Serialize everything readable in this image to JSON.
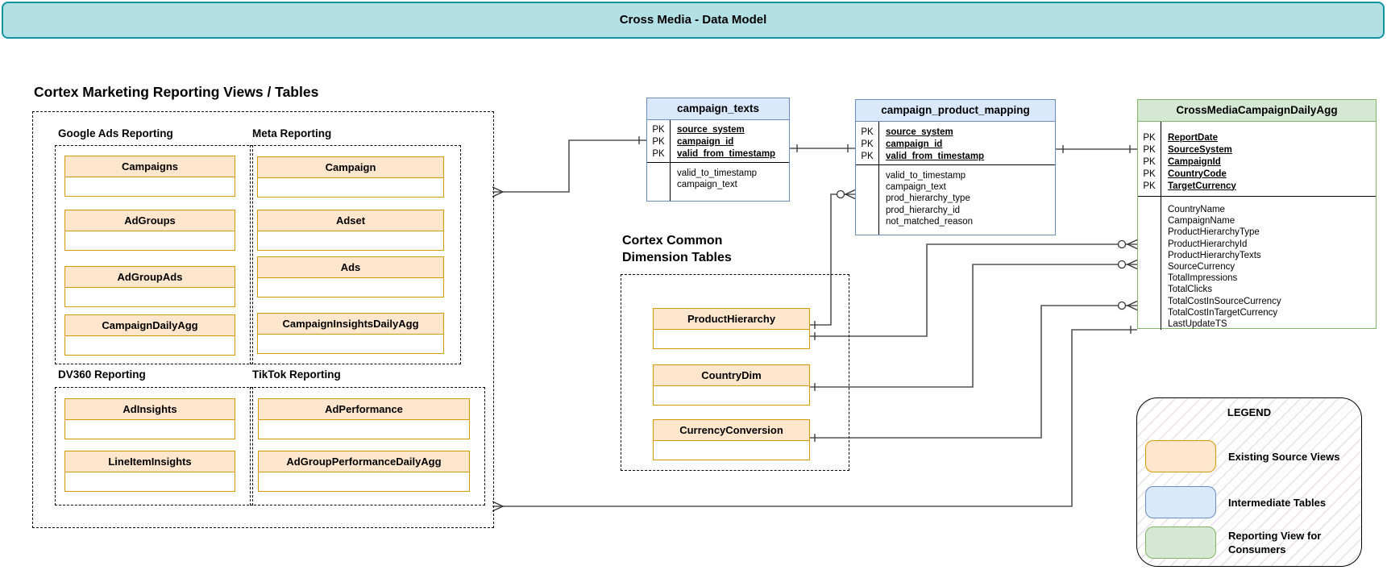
{
  "title": "Cross Media - Data Model",
  "pk_label": "PK",
  "left_section": {
    "heading": "Cortex Marketing Reporting Views / Tables",
    "groups": [
      {
        "label": "Google Ads Reporting",
        "entities": [
          "Campaigns",
          "AdGroups",
          "AdGroupAds",
          "CampaignDailyAgg"
        ]
      },
      {
        "label": "Meta Reporting",
        "entities": [
          "Campaign",
          "Adset",
          "Ads",
          "CampaignInsightsDailyAgg"
        ]
      },
      {
        "label": "DV360 Reporting",
        "entities": [
          "AdInsights",
          "LineItemInsights"
        ]
      },
      {
        "label": "TikTok Reporting",
        "entities": [
          "AdPerformance",
          "AdGroupPerformanceDailyAgg"
        ]
      }
    ]
  },
  "dimension_section": {
    "heading_line1": "Cortex Common",
    "heading_line2": "Dimension Tables",
    "entities": [
      "ProductHierarchy",
      "CountryDim",
      "CurrencyConversion"
    ]
  },
  "tables": {
    "campaign_texts": {
      "name": "campaign_texts",
      "pk_fields": [
        "source_system",
        "campaign_id",
        "valid_from_timestamp"
      ],
      "fields": [
        "valid_to_timestamp",
        "campaign_text"
      ]
    },
    "campaign_product_mapping": {
      "name": "campaign_product_mapping",
      "pk_fields": [
        "source_system",
        "campaign_id",
        "valid_from_timestamp"
      ],
      "fields": [
        "valid_to_timestamp",
        "campaign_text",
        "prod_hierarchy_type",
        "prod_hierarchy_id",
        "not_matched_reason"
      ]
    },
    "cross_media": {
      "name": "CrossMediaCampaignDailyAgg",
      "pk_fields": [
        "ReportDate",
        "SourceSystem",
        "CampaignId",
        "CountryCode",
        "TargetCurrency"
      ],
      "fields": [
        "CountryName",
        "CampaignName",
        "ProductHierarchyType",
        "ProductHierarchyId",
        "ProductHierarchyTexts",
        "SourceCurrency",
        "TotalImpressions",
        "TotalClicks",
        "TotalCostInSourceCurrency",
        "TotalCostInTargetCurrency",
        "LastUpdateTS"
      ]
    }
  },
  "legend": {
    "title": "LEGEND",
    "items": [
      {
        "label": "Existing Source Views",
        "fill": "#ffe6cc",
        "border": "#d79b00"
      },
      {
        "label": "Intermediate Tables",
        "fill": "#dae8fc",
        "border": "#6c8ebf"
      },
      {
        "label": "Reporting View for Consumers",
        "fill": "#d5e8d4",
        "border": "#82b366"
      }
    ]
  },
  "colors": {
    "title_fill": "#b2e0e4",
    "title_border": "#1592a0",
    "orange_fill": "#ffe6cc",
    "orange_border": "#d79b00",
    "blue_fill": "#dae8fc",
    "blue_border": "#6c8ebf",
    "green_fill": "#d5e8d4",
    "green_border": "#82b366",
    "connector": "#545454"
  }
}
